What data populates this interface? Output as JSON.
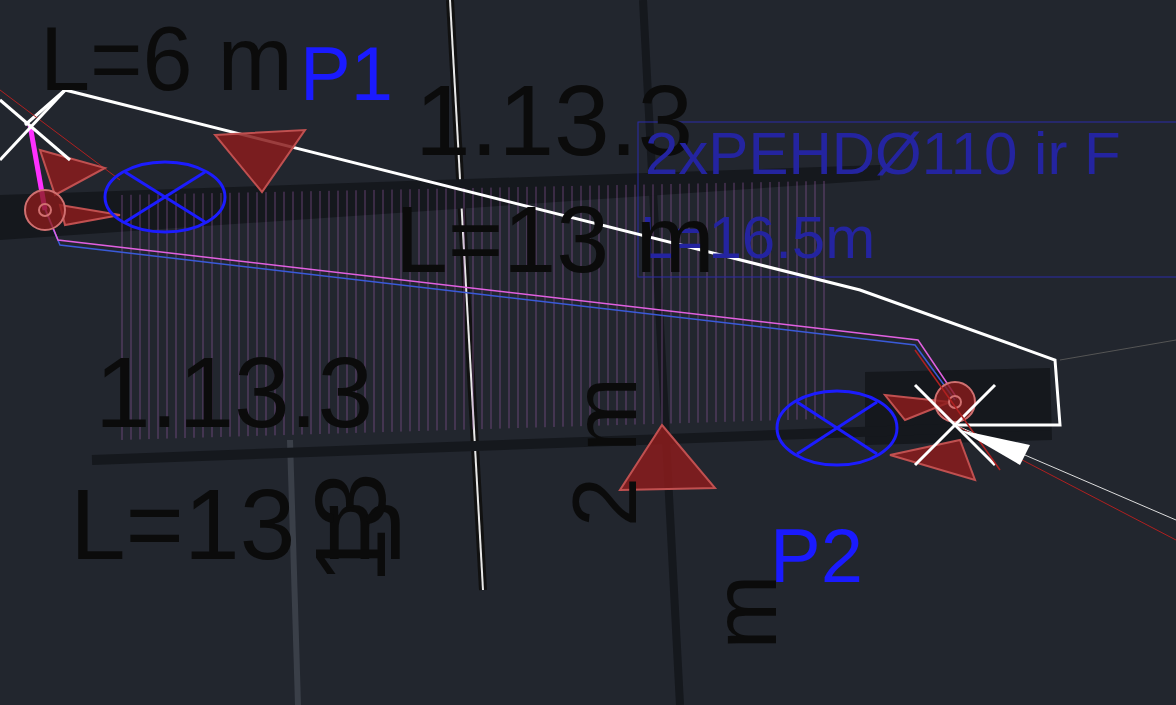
{
  "diagram": {
    "labels": [
      "L=6 m",
      "P1",
      "1.13.3",
      "2xPEHDØ110 ir F",
      "L=16.5m",
      "L=13 m",
      "1.13.3",
      "L=13 m",
      "13",
      "2 m",
      "m",
      "P2"
    ]
  }
}
